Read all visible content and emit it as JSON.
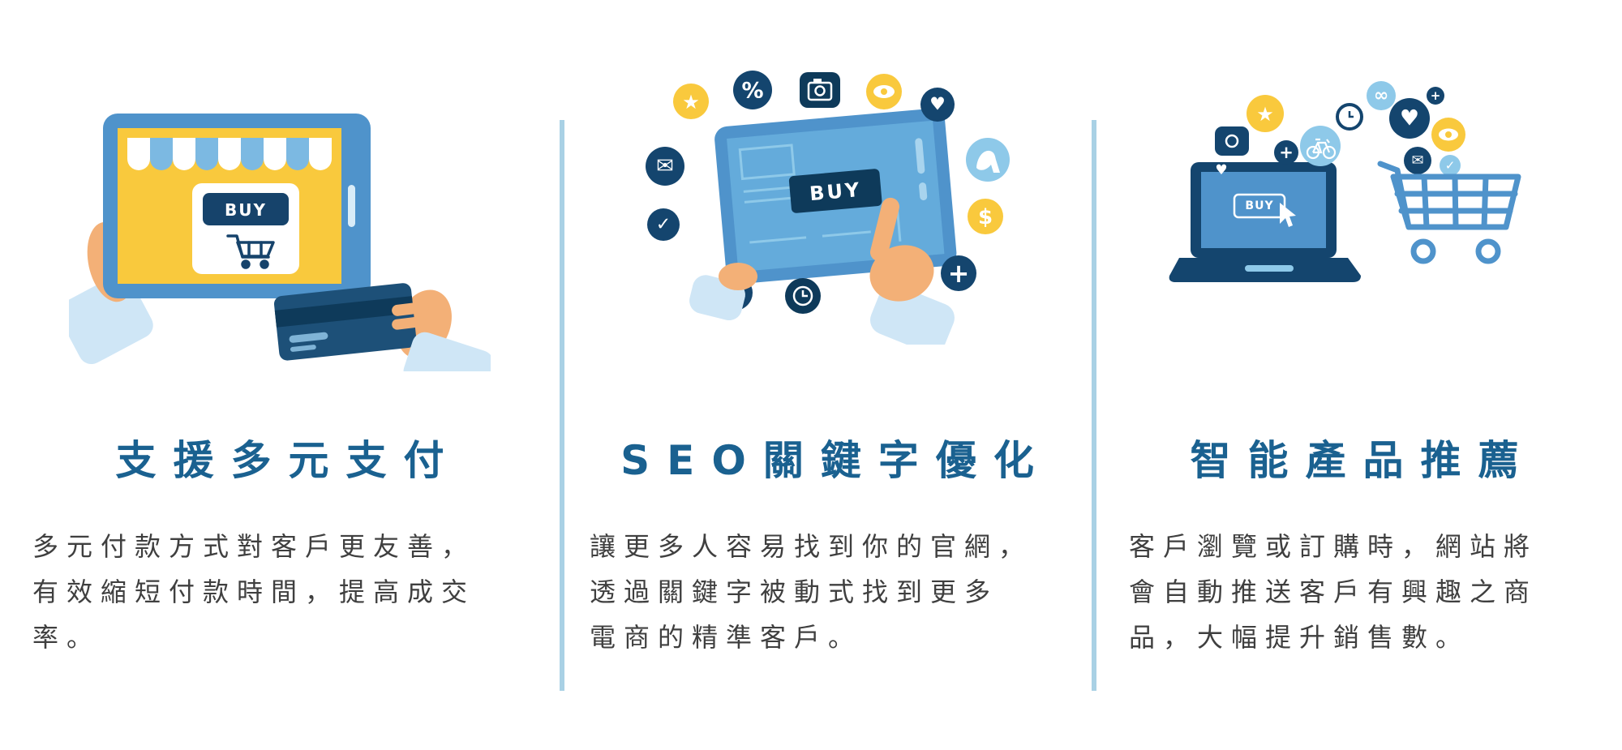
{
  "colors": {
    "title_blue": "#1a6190",
    "body_text": "#3f3f3f",
    "divider": "#a9d1e5",
    "navy": "#14456e",
    "dark_navy": "#0e3a5a",
    "mid_blue": "#4f93cb",
    "screen_blue": "#64abdb",
    "light_blue": "#8ec9e9",
    "pale_blue": "#cfe6f6",
    "yellow": "#f9c93d",
    "skin": "#f3b077"
  },
  "icons": {
    "star": "★",
    "percent": "%",
    "heart": "♥",
    "envelope": "✉",
    "dollar": "$",
    "check": "✓",
    "plus": "+",
    "infinity": "∞"
  },
  "columns": [
    {
      "id": "multi-payment",
      "title": "支援多元支付",
      "buy_label": "BUY",
      "body_lines": [
        "多元付款方式對客戶更友善，",
        "有效縮短付款時間，提高成交",
        "率。"
      ]
    },
    {
      "id": "seo-keywords",
      "title": "SEO關鍵字優化",
      "buy_label": "BUY",
      "body_lines": [
        "讓更多人容易找到你的官網，",
        "透過關鍵字被動式找到更多",
        "電商的精準客戶。"
      ]
    },
    {
      "id": "smart-recommendation",
      "title": "智能產品推薦",
      "buy_label": "BUY",
      "body_lines": [
        "客戶瀏覽或訂購時，網站將",
        "會自動推送客戶有興趣之商",
        "品，大幅提升銷售數。"
      ]
    }
  ]
}
